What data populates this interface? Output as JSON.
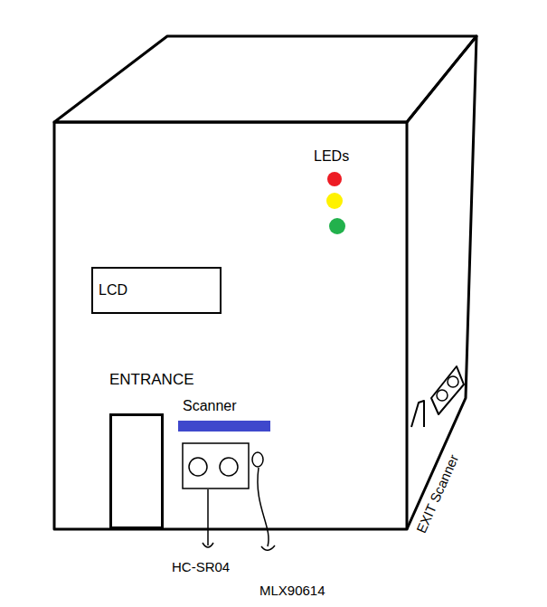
{
  "diagram": {
    "nodes": [
      {
        "text": [
          "LCD"
        ]
      },
      {
        "text": [
          "ENTRANCE"
        ]
      },
      {
        "text": [
          "Scanner"
        ]
      }
    ],
    "labels": [
      "LEDs",
      "HC-SR04",
      "MLX90614",
      "EXIT Scanner"
    ]
  }
}
